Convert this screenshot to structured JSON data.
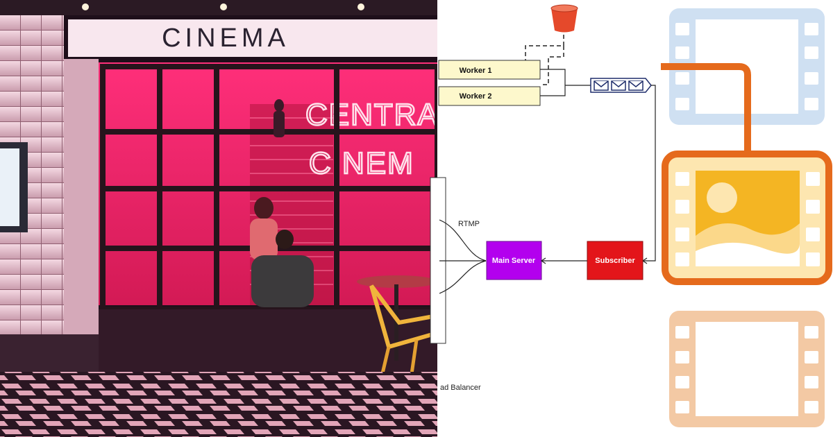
{
  "photo": {
    "marquee_text": "CINEMA",
    "neon_line1": "CENTRA",
    "neon_line2": "CINEM"
  },
  "diagram": {
    "nodes": {
      "worker1": "Worker 1",
      "worker2": "Worker 2",
      "main_server": "Main Server",
      "subscriber": "Subscriber",
      "load_balancer": "ad Balancer"
    },
    "edge_labels": {
      "rtmp": "RTMP"
    }
  },
  "colors": {
    "worker_fill": "#fdf8cc",
    "main_server_fill": "#b300ee",
    "subscriber_fill": "#e3151a",
    "bucket": "#e5492b",
    "queue_stroke": "#1f2d6b",
    "film_blue": "#cfe0f2",
    "film_orange": "#e56a1c",
    "film_yellow": "#f4b523",
    "film_peach": "#f3c9a4"
  },
  "icons": [
    "s3-bucket-icon",
    "message-queue-icon",
    "film-strip-icon",
    "image-icon"
  ]
}
